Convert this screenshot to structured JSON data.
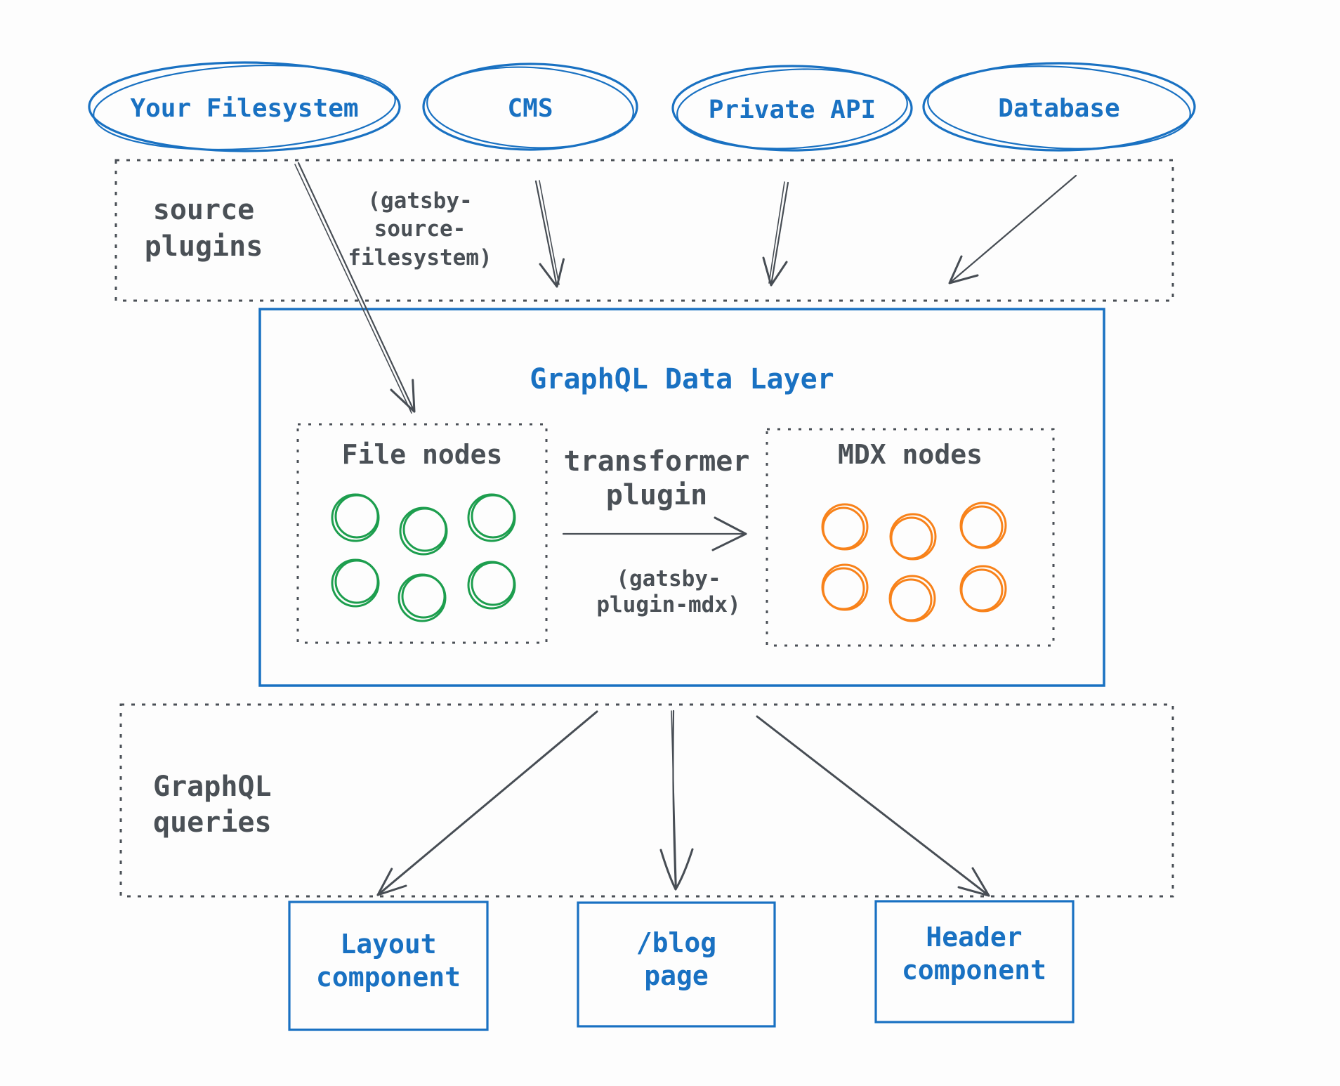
{
  "diagram": {
    "colors": {
      "blue": "#1971c2",
      "gray": "#4a5056",
      "arrow_gray": "#474d54",
      "green": "#1d9e4e",
      "orange": "#f8821a"
    },
    "sources": [
      {
        "label": "Your Filesystem"
      },
      {
        "label": "CMS"
      },
      {
        "label": "Private API"
      },
      {
        "label": "Database"
      }
    ],
    "source_plugins": {
      "label": [
        "source",
        "plugins"
      ],
      "annotation": [
        "(gatsby-",
        "source-",
        "filesystem)"
      ]
    },
    "data_layer": {
      "title": "GraphQL Data Layer",
      "file_nodes": {
        "label": "File nodes"
      },
      "transformer": {
        "label": [
          "transformer",
          "plugin"
        ],
        "annotation": [
          "(gatsby-",
          "plugin-mdx)"
        ]
      },
      "mdx_nodes": {
        "label": "MDX nodes"
      }
    },
    "graphql_queries": {
      "label": [
        "GraphQL",
        "queries"
      ]
    },
    "outputs": [
      {
        "label": [
          "Layout",
          "component"
        ]
      },
      {
        "label": [
          "/blog",
          "page"
        ]
      },
      {
        "label": [
          "Header",
          "component"
        ]
      }
    ]
  }
}
